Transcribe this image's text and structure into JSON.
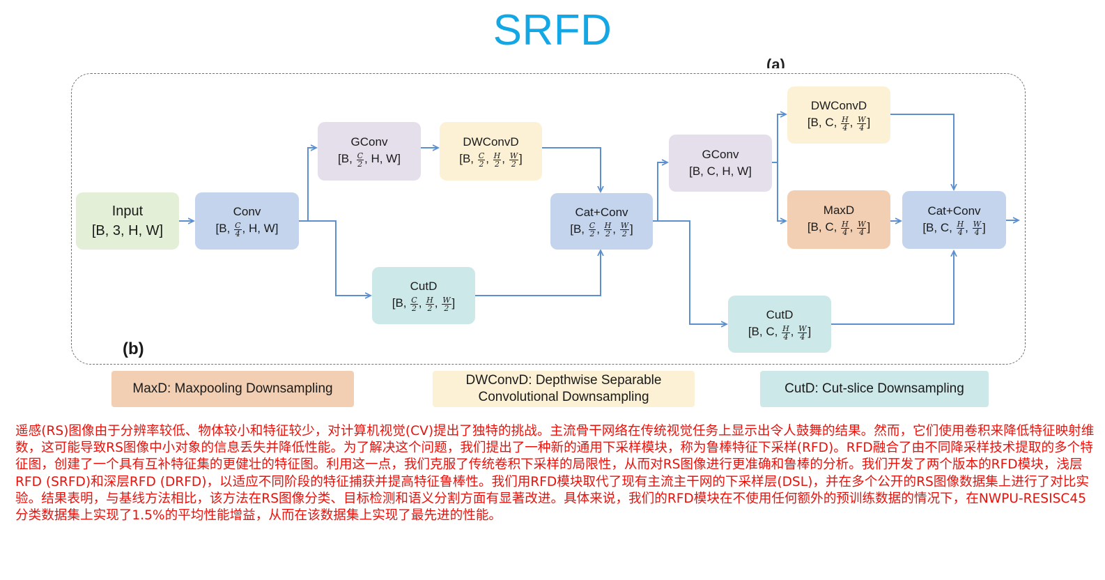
{
  "title": "SRFD",
  "panel_label": "(b)",
  "nodes": {
    "input": {
      "name": "Input",
      "shape": "[B, 3, H, W]"
    },
    "conv": {
      "name": "Conv",
      "pre": "[B,",
      "frac_c": [
        "C",
        "4"
      ],
      "post": ", H, W]"
    },
    "gconv1": {
      "name": "GConv",
      "pre": "[B,",
      "frac_c": [
        "C",
        "2"
      ],
      "post": ", H, W]"
    },
    "dwconvd1": {
      "name": "DWConvD",
      "pre": "[B,",
      "fracs": [
        [
          "C",
          "2"
        ],
        [
          "H",
          "2"
        ],
        [
          "W",
          "2"
        ]
      ],
      "post": "]"
    },
    "cutd1": {
      "name": "CutD",
      "pre": "[B,",
      "fracs": [
        [
          "C",
          "2"
        ],
        [
          "H",
          "2"
        ],
        [
          "W",
          "2"
        ]
      ],
      "post": "]"
    },
    "catconv1": {
      "name": "Cat+Conv",
      "pre": "[B,",
      "fracs": [
        [
          "C",
          "2"
        ],
        [
          "H",
          "2"
        ],
        [
          "W",
          "2"
        ]
      ],
      "post": "]"
    },
    "gconv2": {
      "name": "GConv",
      "shape": "[B, C, H, W]"
    },
    "dwconvd2": {
      "name": "DWConvD",
      "pre": "[B, C,",
      "fracs": [
        [
          "H",
          "4"
        ],
        [
          "W",
          "4"
        ]
      ],
      "post": "]"
    },
    "maxd": {
      "name": "MaxD",
      "pre": "[B, C,",
      "fracs": [
        [
          "H",
          "4"
        ],
        [
          "W",
          "4"
        ]
      ],
      "post": "]"
    },
    "cutd2": {
      "name": "CutD",
      "pre": "[B, C,",
      "fracs": [
        [
          "H",
          "4"
        ],
        [
          "W",
          "4"
        ]
      ],
      "post": "]"
    },
    "catconv2": {
      "name": "Cat+Conv",
      "pre": "[B, C,",
      "fracs": [
        [
          "H",
          "4"
        ],
        [
          "W",
          "4"
        ]
      ],
      "post": "]"
    }
  },
  "legend": {
    "maxd": "MaxD: Maxpooling Downsampling",
    "dwconvd_line1": "DWConvD: Depthwise Separable",
    "dwconvd_line2": "Convolutional Downsampling",
    "cutd": "CutD: Cut-slice Downsampling"
  },
  "colors": {
    "title": "#14a7e6",
    "edge": "#5b8fd0",
    "abstract_text": "#e8120c"
  },
  "abstract": "遥感(RS)图像由于分辨率较低、物体较小和特征较少，对计算机视觉(CV)提出了独特的挑战。主流骨干网络在传统视觉任务上显示出令人鼓舞的结果。然而，它们使用卷积来降低特征映射维数，这可能导致RS图像中小对象的信息丢失并降低性能。为了解决这个问题，我们提出了一种新的通用下采样模块，称为鲁棒特征下采样(RFD)。RFD融合了由不同降采样技术提取的多个特征图，创建了一个具有互补特征集的更健壮的特征图。利用这一点，我们克服了传统卷积下采样的局限性，从而对RS图像进行更准确和鲁棒的分析。我们开发了两个版本的RFD模块，浅层RFD (SRFD)和深层RFD (DRFD)，以适应不同阶段的特征捕获并提高特征鲁棒性。我们用RFD模块取代了现有主流主干网的下采样层(DSL)，并在多个公开的RS图像数据集上进行了对比实验。结果表明，与基线方法相比，该方法在RS图像分类、目标检测和语义分割方面有显著改进。具体来说，我们的RFD模块在不使用任何额外的预训练数据的情况下，在NWPU-RESISC45分类数据集上实现了1.5%的平均性能增益，从而在该数据集上实现了最先进的性能。"
}
